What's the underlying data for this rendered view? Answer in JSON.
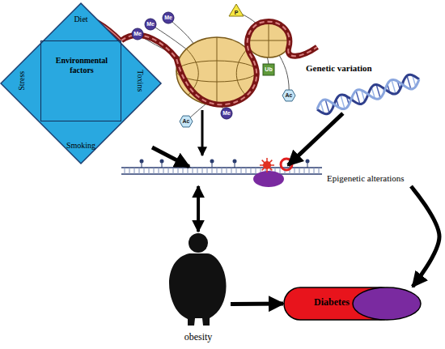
{
  "diagram": {
    "nodes": [
      {
        "text": [
          "Diet",
          "Toxins",
          "Smoking",
          "Stress"
        ]
      },
      {
        "text": [
          "Environmental factors"
        ],
        "in": 0
      },
      {
        "text": [
          "Genetic variation"
        ]
      },
      {
        "text": [
          "Epigenetic alterations"
        ]
      },
      {
        "text": [
          "obesity"
        ]
      },
      {
        "text": [
          "Diabetes"
        ]
      }
    ],
    "edges": [
      {
        "from": 0,
        "to": 3,
        "arrow": "to"
      },
      {
        "from": 2,
        "to": 3,
        "arrow": "to"
      },
      {
        "from": 3,
        "to": 4,
        "arrow": "both"
      },
      {
        "from": 4,
        "to": 5,
        "arrow": "to"
      },
      {
        "from": 3,
        "to": 5,
        "arrow": "to"
      }
    ],
    "labels": [
      "P",
      "Me",
      "Me",
      "Me",
      "Ub",
      "Ac",
      "Me",
      "Ac"
    ]
  }
}
